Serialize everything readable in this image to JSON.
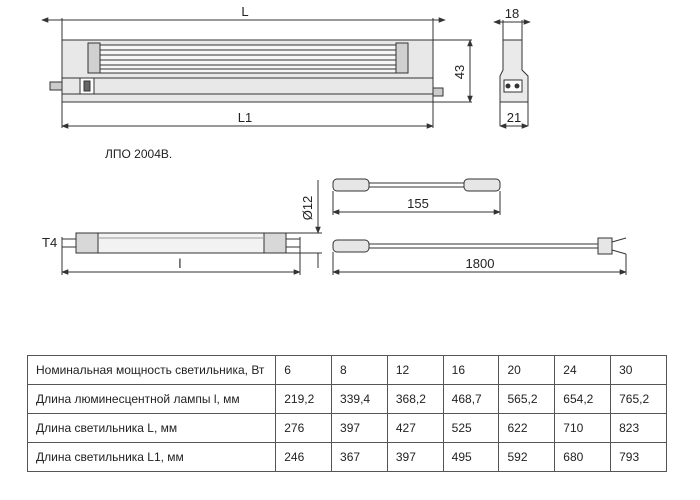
{
  "drawing": {
    "fixture_caption": "ЛПО 2004В.",
    "dims": {
      "length_L": "L",
      "length_L1": "L1",
      "height": "43",
      "end_width_top": "18",
      "end_width_bottom": "21",
      "tube_diameter": "Ø12",
      "lamp_type": "T4",
      "lamp_length": "l",
      "short_cable": "155",
      "long_cable": "1800"
    }
  },
  "table": {
    "rows": [
      {
        "label": "Номинальная мощность светильника, Вт",
        "values": [
          "6",
          "8",
          "12",
          "16",
          "20",
          "24",
          "30"
        ]
      },
      {
        "label": "Длина люминесцентной лампы l, мм",
        "values": [
          "219,2",
          "339,4",
          "368,2",
          "468,7",
          "565,2",
          "654,2",
          "765,2"
        ]
      },
      {
        "label": "Длина светильника L, мм",
        "values": [
          "276",
          "397",
          "427",
          "525",
          "622",
          "710",
          "823"
        ]
      },
      {
        "label": "Длина светильника L1, мм",
        "values": [
          "246",
          "367",
          "397",
          "495",
          "592",
          "680",
          "793"
        ]
      }
    ]
  },
  "colors": {
    "line": "#333333",
    "fixture_fill": "#e8e8e8",
    "tube_fill": "#f2f2f2"
  }
}
